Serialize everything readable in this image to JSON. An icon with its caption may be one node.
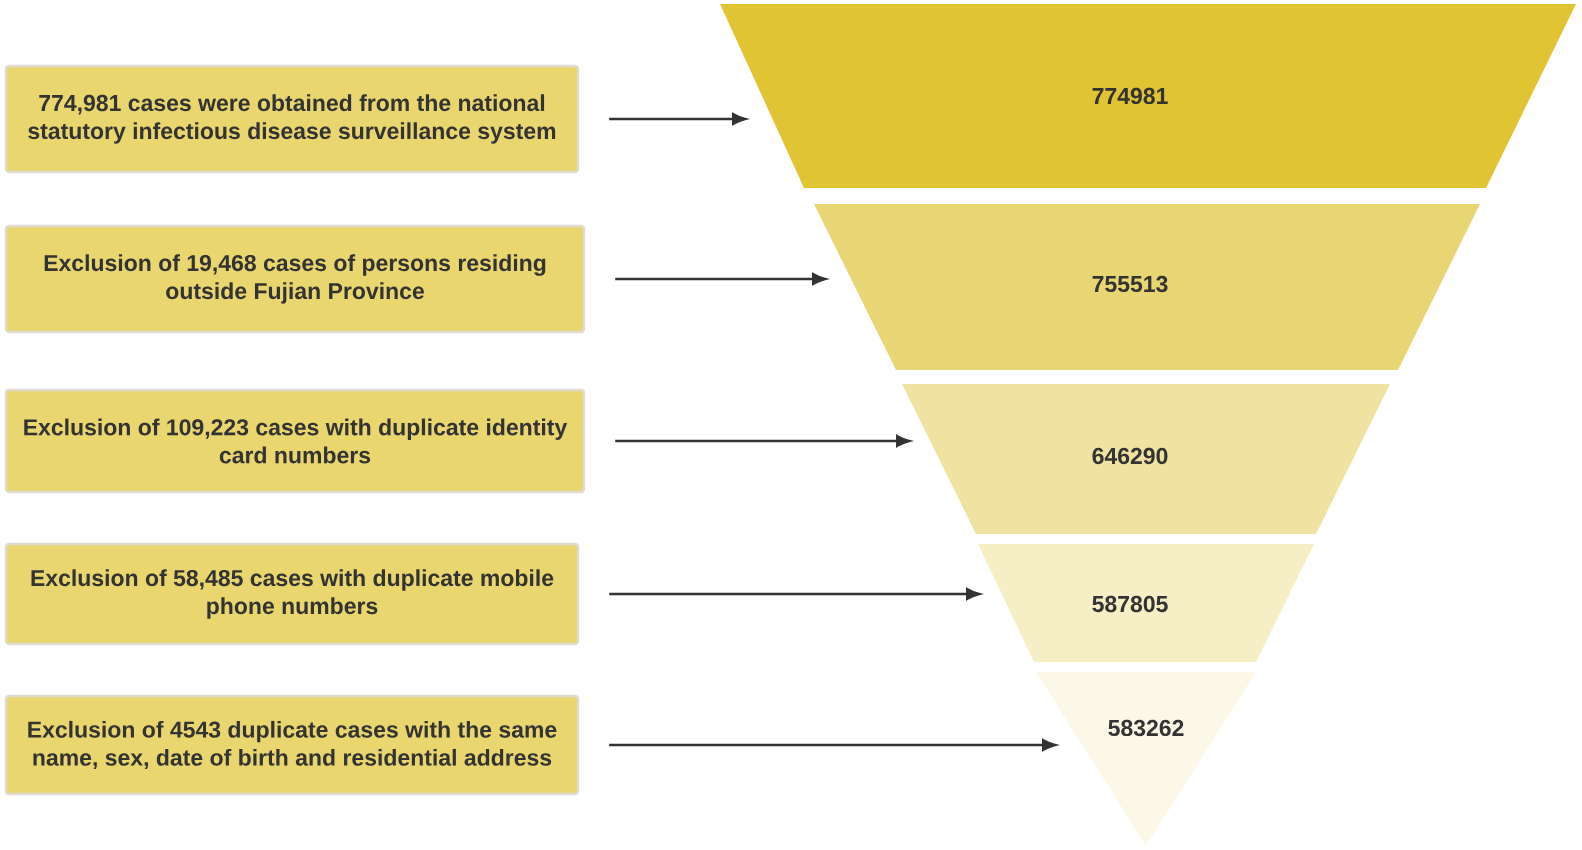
{
  "diagram": {
    "nodes": [
      {
        "text": [
          "774,981 cases were obtained from the national statutory infectious disease surveillance system"
        ]
      },
      {
        "text": [
          "Exclusion of 19,468 cases of persons residing outside Fujian Province"
        ]
      },
      {
        "text": [
          "Exclusion of 109,223 cases with duplicate identity card numbers"
        ]
      },
      {
        "text": [
          "Exclusion of 58,485 cases with duplicate mobile phone numbers"
        ]
      },
      {
        "text": [
          "Exclusion of 4543 duplicate cases with the same name, sex, date of birth and residential address"
        ]
      },
      {
        "text": [
          "774981"
        ]
      },
      {
        "text": [
          "755513"
        ]
      },
      {
        "text": [
          "646290"
        ]
      },
      {
        "text": [
          "587805"
        ]
      },
      {
        "text": [
          "583262"
        ]
      }
    ],
    "edges": [
      {
        "from": 0,
        "to": 5,
        "arrow": "to"
      },
      {
        "from": 1,
        "to": 6,
        "arrow": "to"
      },
      {
        "from": 2,
        "to": 7,
        "arrow": "to"
      },
      {
        "from": 3,
        "to": 8,
        "arrow": "to"
      },
      {
        "from": 4,
        "to": 9,
        "arrow": "to"
      }
    ]
  }
}
